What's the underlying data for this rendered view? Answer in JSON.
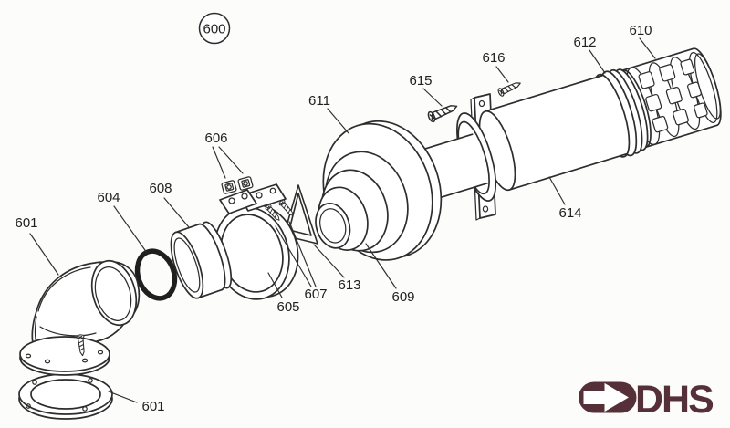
{
  "figure": {
    "number": "600"
  },
  "part_labels": {
    "elbow": "601",
    "trim_ring": "601",
    "o_ring": "604",
    "clamp": "605",
    "clips": "606",
    "clamp_screws": "607",
    "sleeve": "608",
    "adapter": "609",
    "terminal": "610",
    "wall_flange": "611",
    "ring": "612",
    "spring_clip": "613",
    "duct": "614",
    "long_screw": "615",
    "plug_screw": "616"
  },
  "logo": {
    "text": "DHS",
    "color": "#553039"
  },
  "colors": {
    "line": "#2d2d2d",
    "o_ring": "#1f1f1f",
    "background": "#fcfcfb"
  }
}
